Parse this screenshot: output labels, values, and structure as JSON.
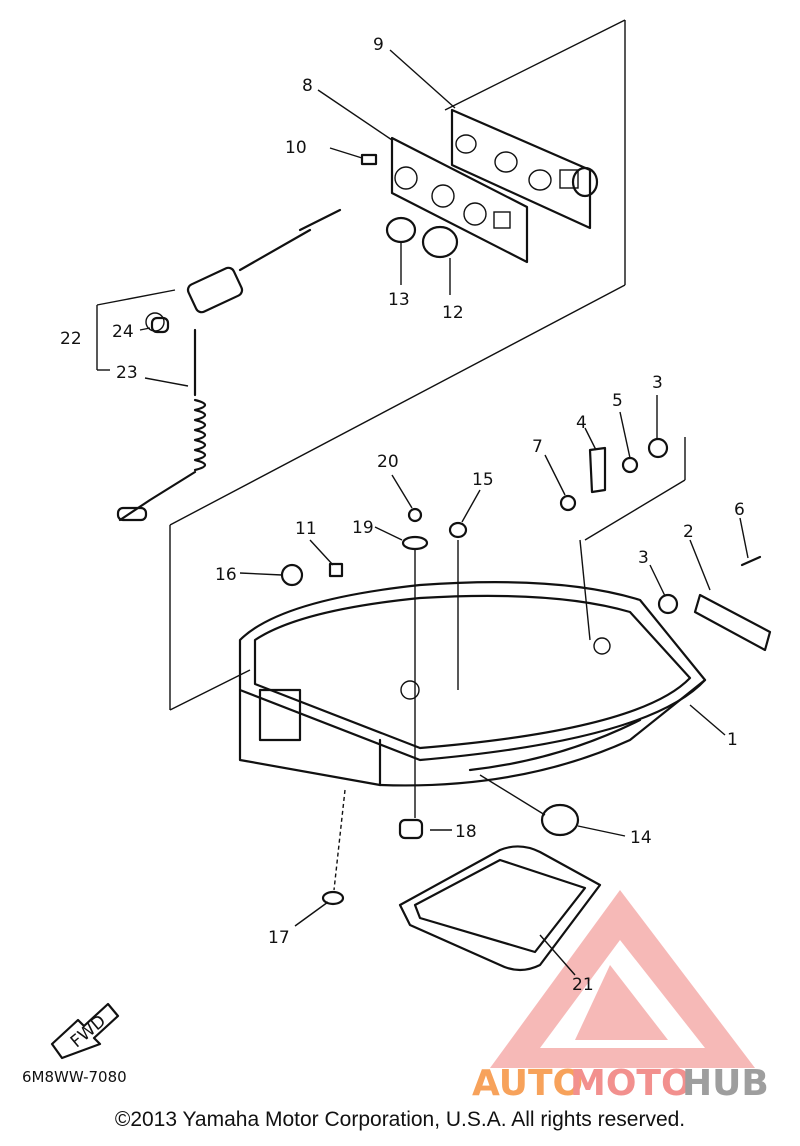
{
  "diagram": {
    "code": "6M8WW-7080",
    "fwd_label": "FWD",
    "callouts": [
      "1",
      "2",
      "3",
      "3",
      "4",
      "5",
      "6",
      "7",
      "8",
      "9",
      "10",
      "11",
      "12",
      "13",
      "14",
      "15",
      "16",
      "17",
      "18",
      "19",
      "20",
      "21",
      "22",
      "23",
      "24"
    ]
  },
  "watermark": {
    "part1": "AUTO",
    "part2": "MOTO",
    "part3": "HUB",
    "colors": {
      "auto": "#f7a25b",
      "moto": "#f2908e",
      "hub": "#9e9e9e"
    }
  },
  "footer": {
    "copyright": "©2013 Yamaha Motor Corporation, U.S.A. All rights reserved."
  }
}
